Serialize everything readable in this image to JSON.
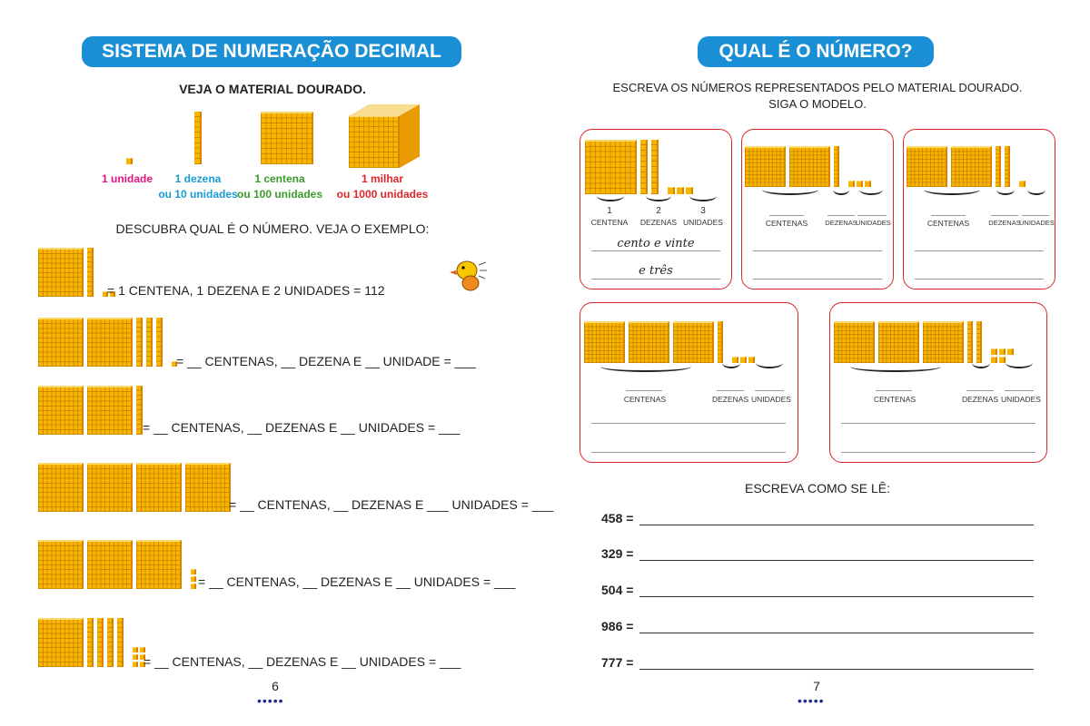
{
  "left": {
    "title": "SISTEMA DE NUMERAÇÃO DECIMAL",
    "subtitle": "VEJA O MATERIAL DOURADO.",
    "materials": [
      {
        "line1": "1 unidade",
        "line2": "",
        "color": "#e0157f"
      },
      {
        "line1": "1 dezena",
        "line2": "ou 10 unidades",
        "color": "#1a9ad6"
      },
      {
        "line1": "1 centena",
        "line2": "ou 100 unidades",
        "color": "#3a9a2a"
      },
      {
        "line1": "1 milhar",
        "line2": "ou 1000 unidades",
        "color": "#e0262b"
      }
    ],
    "instruction": "DESCUBRA QUAL É O NÚMERO. VEJA O EXEMPLO:",
    "rows": [
      {
        "blocks": {
          "flats": 1,
          "rods": 1,
          "units": 2
        },
        "text": "=  1 CENTENA, 1 DEZENA E 2 UNIDADES = 112"
      },
      {
        "blocks": {
          "flats": 2,
          "rods": 3,
          "units": 1
        },
        "text": "=  __ CENTENAS, __ DEZENA E __ UNIDADE = ___"
      },
      {
        "blocks": {
          "flats": 2,
          "rods": 1,
          "units": 0
        },
        "text": "= __ CENTENAS, __ DEZENAS E __ UNIDADES = ___"
      },
      {
        "blocks": {
          "flats": 4,
          "rods": 0,
          "units": 0
        },
        "text": "= __ CENTENAS, __ DEZENAS E ___ UNIDADES = ___"
      },
      {
        "blocks": {
          "flats": 3,
          "rods": 0,
          "units": 3
        },
        "text": "= __ CENTENAS,  __ DEZENAS E  __ UNIDADES = ___"
      },
      {
        "blocks": {
          "flats": 1,
          "rods": 4,
          "units": 6
        },
        "text": "= __ CENTENAS,  __ DEZENAS E  __ UNIDADES = ___"
      }
    ],
    "page_number": "6",
    "page_dots": "•••••"
  },
  "right": {
    "title": "QUAL É O NÚMERO?",
    "instruction_line1": "ESCREVA OS NÚMEROS REPRESENTADOS PELO MATERIAL DOURADO.",
    "instruction_line2": "SIGA O MODELO.",
    "boxes": [
      {
        "blocks": {
          "flats": 1,
          "rods": 2,
          "units": 3
        },
        "digits": [
          "1",
          "2",
          "3"
        ],
        "labels": [
          "CENTENA",
          "DEZENAS",
          "UNIDADES"
        ],
        "written": [
          "cento e vinte",
          "e três"
        ]
      },
      {
        "blocks": {
          "flats": 2,
          "rods": 1,
          "units": 3
        },
        "labels": [
          "CENTENAS",
          "DEZENAS",
          "UNIDADES"
        ]
      },
      {
        "blocks": {
          "flats": 2,
          "rods": 2,
          "units": 1
        },
        "labels": [
          "CENTENAS",
          "DEZENAS",
          "UNIDADES"
        ]
      },
      {
        "blocks": {
          "flats": 3,
          "rods": 1,
          "units": 3
        },
        "labels": [
          "CENTENAS",
          "DEZENAS",
          "UNIDADES"
        ]
      },
      {
        "blocks": {
          "flats": 3,
          "rods": 2,
          "units": 5
        },
        "labels": [
          "CENTENAS",
          "DEZENAS",
          "UNIDADES"
        ]
      }
    ],
    "read_title": "ESCREVA COMO SE LÊ:",
    "read_items": [
      "458 =",
      "329 =",
      "504 =",
      "986 =",
      "777 ="
    ],
    "page_number": "7",
    "page_dots": "•••••"
  },
  "colors": {
    "title_bg": "#1a8fd6",
    "box_border": "#e0262b",
    "block": "#f7b500"
  }
}
